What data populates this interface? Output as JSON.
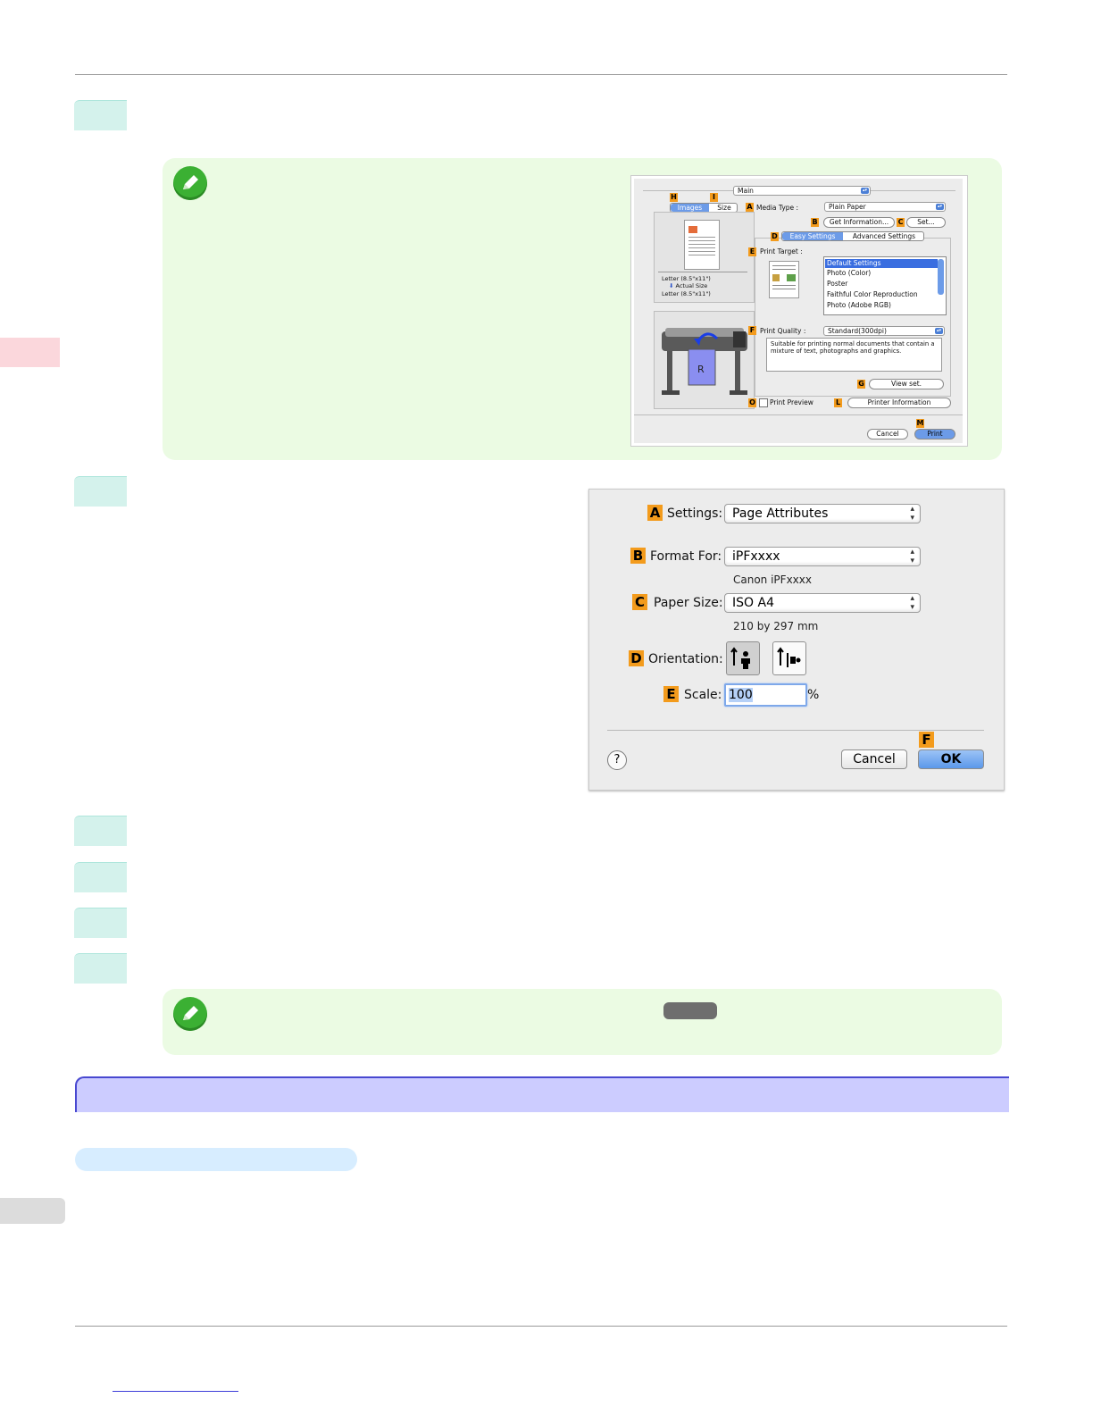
{
  "dialog1": {
    "panel_popup": "Main",
    "tab_images": "Images",
    "tab_size": "Size",
    "media_type_label": "Media Type :",
    "media_type_value": "Plain Paper",
    "get_info_button": "Get Information...",
    "set_button": "Set...",
    "tab_easy": "Easy Settings",
    "tab_advanced": "Advanced Settings",
    "print_target_label": "Print Target :",
    "print_targets": [
      "Default Settings",
      "Photo (Color)",
      "Poster",
      "Faithful Color Reproduction",
      "Photo (Adobe RGB)"
    ],
    "print_quality_label": "Print Quality :",
    "print_quality_value": "Standard(300dpi)",
    "description": "Suitable for printing normal documents that contain a mixture of text, photographs and graphics.",
    "size_line1": "Letter (8.5\"x11\")",
    "size_line2": "Actual Size",
    "size_line3": "Letter (8.5\"x11\")",
    "view_set_button": "View set.",
    "print_preview_label": "Print Preview",
    "printer_info_button": "Printer Information",
    "cancel_button": "Cancel",
    "print_button": "Print",
    "letters": {
      "H": "H",
      "I": "I",
      "A": "A",
      "B": "B",
      "C": "C",
      "D": "D",
      "E": "E",
      "F": "F",
      "G": "G",
      "O": "O",
      "L": "L",
      "M": "M"
    }
  },
  "dialog2": {
    "settings_label": "Settings:",
    "settings_value": "Page Attributes",
    "format_label": "Format For:",
    "format_value": "iPFxxxx",
    "format_sub": "Canon iPFxxxx",
    "paper_label": "Paper Size:",
    "paper_value": "ISO A4",
    "paper_sub": "210 by 297 mm",
    "orientation_label": "Orientation:",
    "scale_label": "Scale:",
    "scale_value": "100",
    "scale_unit": "%",
    "help": "?",
    "cancel_button": "Cancel",
    "ok_button": "OK",
    "letters": {
      "A": "A",
      "B": "B",
      "C": "C",
      "D": "D",
      "E": "E",
      "F": "F"
    }
  },
  "colors": {
    "step": "#d4f2ec",
    "note": "#ebfbe3",
    "section": "#ccccff",
    "accent_letter": "#f39b1c"
  }
}
